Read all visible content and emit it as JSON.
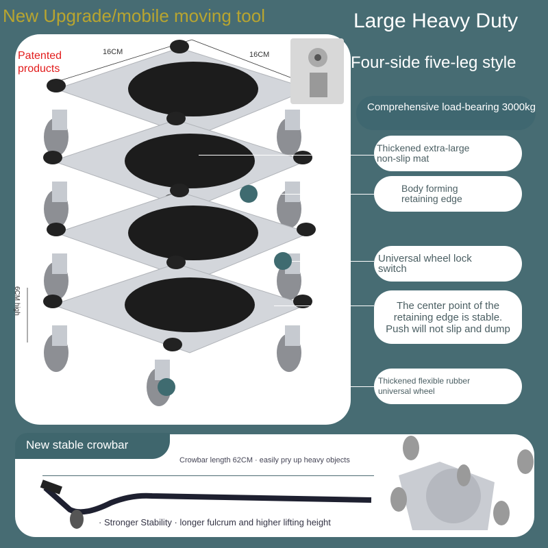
{
  "headline": "New Upgrade/mobile moving tool",
  "title_large": "Large Heavy Duty",
  "title_style": "Four-side five-leg style",
  "patent": "Patented products",
  "dimensions": {
    "left": "16CM",
    "right": "16CM",
    "height": "6CM high"
  },
  "load_bearing": "Comprehensive load-bearing 3000kg",
  "features": [
    {
      "line1": "Thickened extra-large",
      "line2": "non-slip mat"
    },
    {
      "line1": "Body forming",
      "line2": "retaining edge"
    },
    {
      "line1": "Universal wheel lock",
      "line2": "switch"
    },
    {
      "line1": "The center point of the",
      "line2": "retaining edge is stable.",
      "line3": "Push will not slip and dump"
    },
    {
      "line1": "Thickened flexible rubber",
      "line2": "universal wheel"
    }
  ],
  "crowbar": {
    "title": "New stable crowbar",
    "length": "Crowbar length 62CM · easily pry up heavy objects",
    "stability": "· Stronger Stability · longer fulcrum and higher lifting height"
  },
  "colors": {
    "background": "#476c73",
    "headline": "#b8a530",
    "patent": "#e21b1b"
  }
}
